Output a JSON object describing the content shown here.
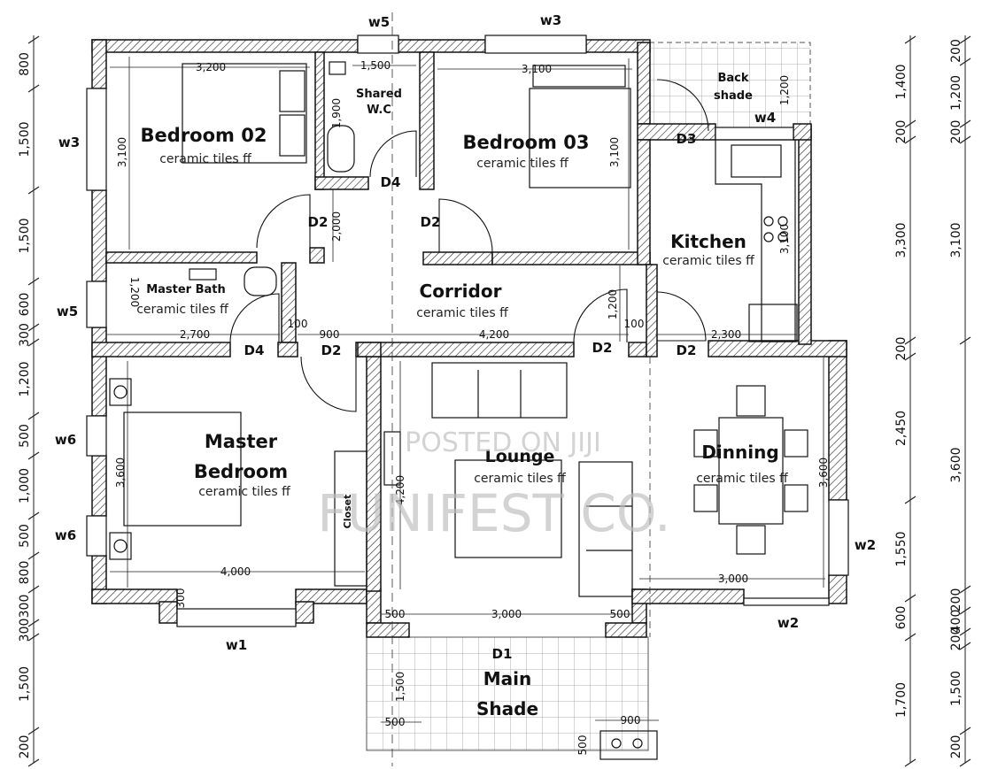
{
  "rooms": {
    "bedroom02": {
      "name": "Bedroom 02",
      "finish": "ceramic tiles ff"
    },
    "bedroom03": {
      "name": "Bedroom 03",
      "finish": "ceramic tiles ff"
    },
    "shared_wc": {
      "line1": "Shared",
      "line2": "W.C"
    },
    "back_shade": {
      "line1": "Back",
      "line2": "shade"
    },
    "kitchen": {
      "name": "Kitchen",
      "finish": "ceramic tiles ff"
    },
    "master_bath": {
      "name": "Master Bath",
      "finish": "ceramic tiles ff"
    },
    "corridor": {
      "name": "Corridor",
      "finish": "ceramic tiles ff"
    },
    "master_bedroom": {
      "line1": "Master",
      "line2": "Bedroom",
      "finish": "ceramic tiles ff"
    },
    "lounge": {
      "name": "Lounge",
      "finish": "ceramic tiles ff"
    },
    "dinning": {
      "name": "Dinning",
      "finish": "ceramic tiles ff"
    },
    "main_shade": {
      "line1": "Main",
      "line2": "Shade"
    },
    "closet": {
      "name": "Closet"
    }
  },
  "openings": {
    "w5_top": "w5",
    "w3_top": "w3",
    "w3_left": "w3",
    "w4": "w4",
    "w5_left": "w5",
    "w6_a": "w6",
    "w6_b": "w6",
    "w1": "w1",
    "w2_right": "w2",
    "w2_bottom": "w2",
    "d3": "D3",
    "d4_wc": "D4",
    "d2_b02": "D2",
    "d2_b03": "D2",
    "d4_master": "D4",
    "d2_master": "D2",
    "d2_lounge": "D2",
    "d2_kitchen": "D2",
    "d1": "D1"
  },
  "dims": {
    "b02_w": "3,200",
    "b02_h": "3,100",
    "wc_w": "1,500",
    "wc_h": "1,900",
    "b03_w": "3,100",
    "b03_h": "3,100",
    "bs_h": "1,200",
    "corr_h": "2,000",
    "kit_h": "3,100",
    "mb_h": "1,200",
    "mb_w": "2,700",
    "d_900": "900",
    "d_100a": "100",
    "d_100b": "100",
    "corr_w": "4,200",
    "kit_w": "2,300",
    "corr_h2": "1,200",
    "mbr_h": "3,600",
    "mbr_w": "4,000",
    "bay_h": "300",
    "lounge_h": "4,200",
    "din_h": "3,600",
    "din_w": "3,000",
    "sh_500a": "500",
    "sh_3000": "3,000",
    "sh_500b": "500",
    "sh_h": "1,500",
    "sh_500c": "500",
    "sh_900": "900",
    "sh_500d": "500"
  },
  "left_dims": [
    "800",
    "1,500",
    "1,500",
    "600",
    "300",
    "1,200",
    "500",
    "1,000",
    "500",
    "800",
    "300",
    "300",
    "1,500",
    "200"
  ],
  "right_dims_inner": [
    "1,400",
    "200",
    "3,300",
    "200",
    "2,450",
    "1,550",
    "600",
    "1,700"
  ],
  "right_dims_outer": [
    "200",
    "1,200",
    "200",
    "3,100",
    "3,600",
    "200",
    "400",
    "200",
    "1,500",
    "200"
  ],
  "watermark": {
    "line1": "POSTED ON JIJI",
    "line2": "FUNIFEST CO."
  }
}
